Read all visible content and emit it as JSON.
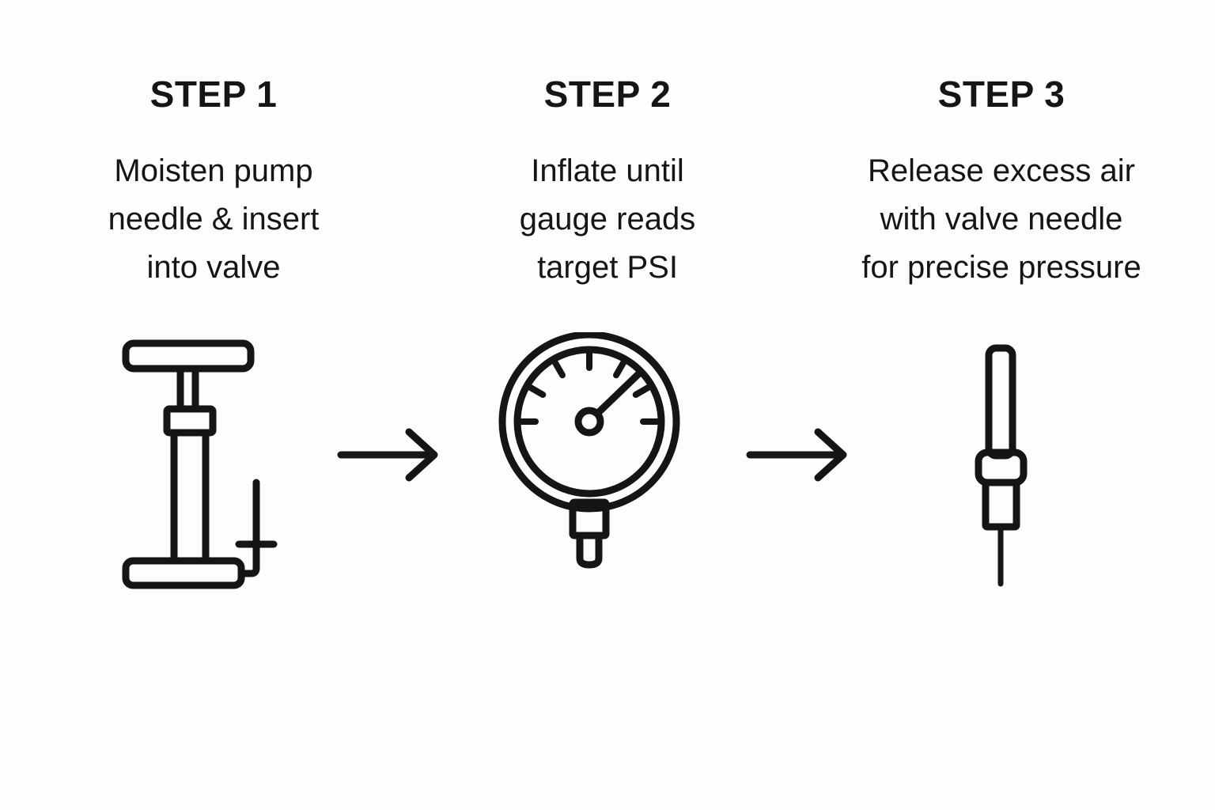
{
  "page": {
    "title": "Tire inflation three-step instruction graphic",
    "background_color": "#fdfdfd",
    "ink_color": "#151515"
  },
  "steps": [
    {
      "heading": "STEP 1",
      "desc_lines": [
        "Moisten pump",
        "needle & insert",
        "into valve"
      ],
      "icon": "bicycle-floor-pump-icon"
    },
    {
      "heading": "STEP 2",
      "desc_lines": [
        "Inflate until",
        "gauge reads",
        "target PSI"
      ],
      "icon": "pressure-gauge-icon"
    },
    {
      "heading": "STEP 3",
      "desc_lines": [
        "Release excess air",
        "with valve needle",
        "for precise pressure"
      ],
      "icon": "valve-needle-icon"
    }
  ],
  "connectors": [
    {
      "icon": "arrow-right-icon",
      "from": "STEP 1",
      "to": "STEP 2"
    },
    {
      "icon": "arrow-right-icon",
      "from": "STEP 2",
      "to": "STEP 3"
    }
  ],
  "gauge": {
    "needle_angle_degrees": 40,
    "tick_count": 7
  }
}
